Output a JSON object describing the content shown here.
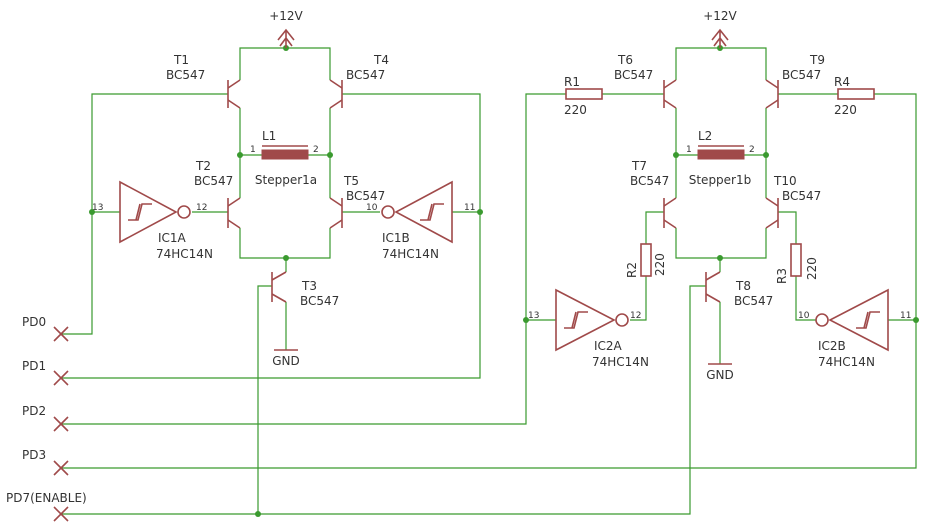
{
  "supply": {
    "left": "+12V",
    "right": "+12V"
  },
  "ground": {
    "left": "GND",
    "right": "GND"
  },
  "transistors": [
    {
      "name": "T1",
      "type": "BC547"
    },
    {
      "name": "T2",
      "type": "BC547"
    },
    {
      "name": "T3",
      "type": "BC547"
    },
    {
      "name": "T4",
      "type": "BC547"
    },
    {
      "name": "T5",
      "type": "BC547"
    },
    {
      "name": "T6",
      "type": "BC547"
    },
    {
      "name": "T7",
      "type": "BC547"
    },
    {
      "name": "T8",
      "type": "BC547"
    },
    {
      "name": "T9",
      "type": "BC547"
    },
    {
      "name": "T10",
      "type": "BC547"
    }
  ],
  "coils": [
    {
      "name": "L1",
      "label": "Stepper1a",
      "pin1": "1",
      "pin2": "2"
    },
    {
      "name": "L2",
      "label": "Stepper1b",
      "pin1": "1",
      "pin2": "2"
    }
  ],
  "resistors": [
    {
      "name": "R1",
      "value": "220"
    },
    {
      "name": "R2",
      "value": "220"
    },
    {
      "name": "R3",
      "value": "220"
    },
    {
      "name": "R4",
      "value": "220"
    }
  ],
  "inverters": [
    {
      "name": "IC1A",
      "part": "74HC14N",
      "pin_in": "13",
      "pin_out": "12"
    },
    {
      "name": "IC1B",
      "part": "74HC14N",
      "pin_in": "11",
      "pin_out": "10"
    },
    {
      "name": "IC2A",
      "part": "74HC14N",
      "pin_in": "13",
      "pin_out": "12"
    },
    {
      "name": "IC2B",
      "part": "74HC14N",
      "pin_in": "11",
      "pin_out": "10"
    }
  ],
  "ports": [
    "PD0",
    "PD1",
    "PD2",
    "PD3",
    "PD7(ENABLE)"
  ],
  "colors": {
    "wire": "#3a9a2f",
    "device": "#a04a4a",
    "text": "#333333"
  }
}
